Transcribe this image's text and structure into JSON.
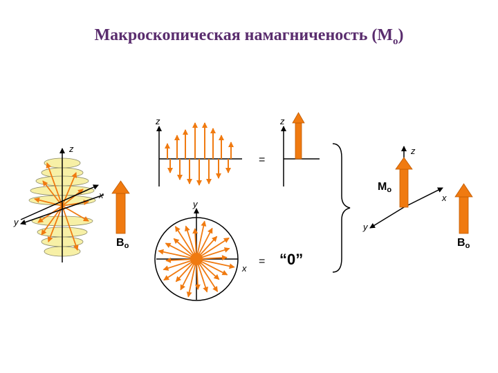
{
  "title": {
    "text": "Макроскопическая намагниченость (M",
    "sub": "o",
    "close": ")"
  },
  "labels": {
    "z": "z",
    "x": "x",
    "y": "y",
    "b0_main": "B",
    "b0_sub": "o",
    "m0_main": "M",
    "m0_sub": "o",
    "equals": "=",
    "zero": "“0”"
  },
  "colors": {
    "arrow": "#f07a10",
    "ellipse": "#f7f0a6",
    "axis": "#000000"
  }
}
